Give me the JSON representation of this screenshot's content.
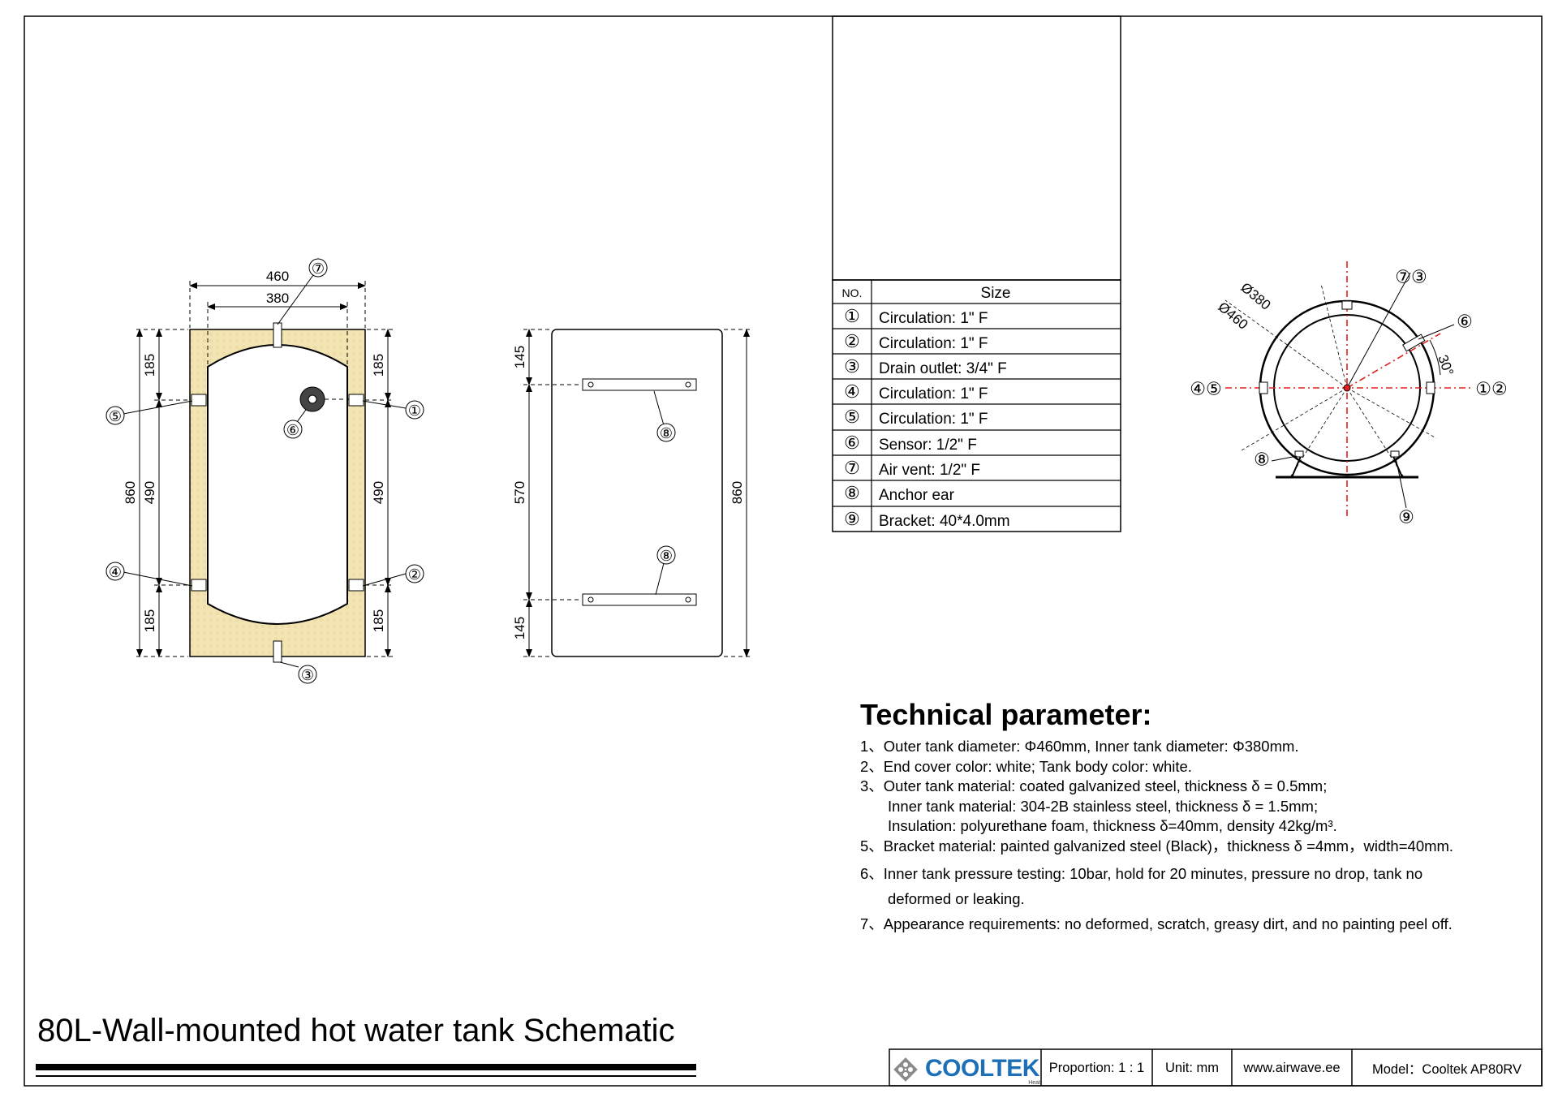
{
  "drawing": {
    "title": "80L-Wall-mounted hot water tank Schematic",
    "front_view": {
      "dims": {
        "outer_width": "460",
        "inner_width": "380",
        "overall_height": "860",
        "top_section": "185",
        "middle_section": "490",
        "bottom_section": "185"
      }
    },
    "side_view": {
      "dims": {
        "top": "145",
        "middle": "570",
        "bottom": "145",
        "overall": "860"
      }
    },
    "top_view": {
      "dims": {
        "inner_diameter": "Ø380",
        "outer_diameter": "Ø460",
        "angle": "30°"
      },
      "callouts": {
        "top": "⑦③",
        "sensor": "⑥",
        "left": "④⑤",
        "right": "①②",
        "anchor": "⑧",
        "bracket": "⑨"
      }
    },
    "callout_symbols": [
      "①",
      "②",
      "③",
      "④",
      "⑤",
      "⑥",
      "⑦",
      "⑧",
      "⑨"
    ]
  },
  "parts_table": {
    "header_no": "NO.",
    "header_size": "Size",
    "rows": [
      {
        "no": "①",
        "size": "Circulation: 1\" F"
      },
      {
        "no": "②",
        "size": "Circulation: 1\" F"
      },
      {
        "no": "③",
        "size": "Drain outlet: 3/4\" F"
      },
      {
        "no": "④",
        "size": "Circulation: 1\" F"
      },
      {
        "no": "⑤",
        "size": "Circulation: 1\" F"
      },
      {
        "no": "⑥",
        "size": "Sensor: 1/2\" F"
      },
      {
        "no": "⑦",
        "size": "Air vent: 1/2\" F"
      },
      {
        "no": "⑧",
        "size": "Anchor ear"
      },
      {
        "no": "⑨",
        "size": "Bracket: 40*4.0mm"
      }
    ]
  },
  "technical": {
    "title": "Technical parameter:",
    "lines": [
      "1、Outer tank diameter: Φ460mm, Inner tank diameter: Φ380mm.",
      "2、End cover color: white; Tank body color: white.",
      "3、Outer tank material: coated galvanized steel, thickness δ = 0.5mm;",
      "Inner tank material:  304-2B stainless steel, thickness δ = 1.5mm;",
      "Insulation: polyurethane foam, thickness δ=40mm, density 42kg/m³.",
      "5、Bracket material: painted galvanized steel (Black)，thickness δ =4mm，width=40mm.",
      "6、Inner tank pressure testing: 10bar, hold for 20 minutes, pressure no drop, tank no",
      "deformed or leaking.",
      "7、Appearance requirements: no deformed, scratch, greasy dirt, and no painting peel off."
    ]
  },
  "title_block": {
    "brand": "COOLTEK",
    "brand_sub": "Heat",
    "proportion": "Proportion: 1 : 1",
    "unit": "Unit: mm",
    "website": "www.airwave.ee",
    "model": "Model：Cooltek AP80RV"
  },
  "colors": {
    "insulation": "#f3e4b3",
    "centerline": "#e0201e",
    "brand": "#1d6fb8"
  }
}
